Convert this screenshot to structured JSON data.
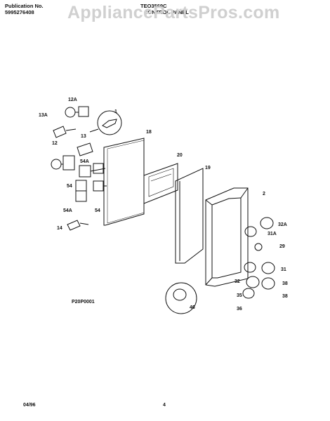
{
  "header": {
    "publication_label": "Publication No.",
    "publication_number": "5995276408",
    "model": "TEO3569C",
    "section": "CONTROL PANEL"
  },
  "watermark": "AppliancePartsPros.com",
  "diagram_code": "P20P0001",
  "footer": {
    "date": "04/96",
    "page": "4"
  },
  "callouts": {
    "c1": "1",
    "c12a": "12A",
    "c13a": "13A",
    "c13": "13",
    "c12": "12",
    "c18": "18",
    "c20": "20",
    "c19": "19",
    "c2": "2",
    "c54a_1": "54A",
    "c54_1": "54",
    "c54a_2": "54A",
    "c54_2": "54",
    "c14": "14",
    "c32a": "32A",
    "c31a": "31A",
    "c29": "29",
    "c31": "31",
    "c32": "32",
    "c38_1": "38",
    "c35": "35",
    "c38_2": "38",
    "c36": "36",
    "c46": "46"
  }
}
